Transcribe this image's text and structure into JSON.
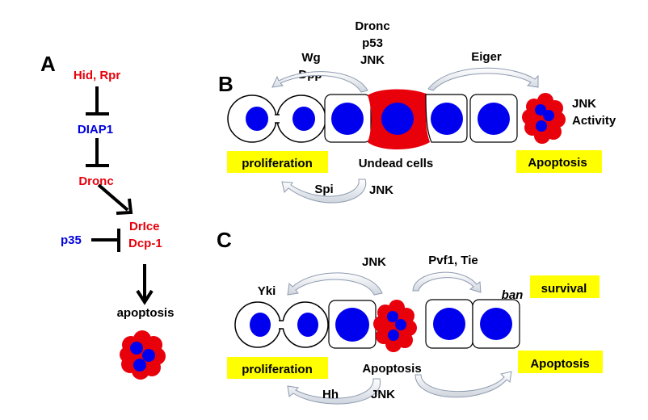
{
  "colors": {
    "red": "#e8000b",
    "blue": "#0000ee",
    "black": "#000000",
    "highlight": "#ffff00",
    "arrow_fill": "#d9dde3",
    "arrow_stroke": "#8e9bb0"
  },
  "panel_a": {
    "label": "A",
    "nodes": {
      "hid_rpr": "Hid, Rpr",
      "diap1": "DIAP1",
      "dronc": "Dronc",
      "drice": "DrIce",
      "dcp1": "Dcp-1",
      "p35": "p35",
      "apoptosis": "apoptosis"
    },
    "edges": [
      {
        "from": "Hid, Rpr",
        "to": "DIAP1",
        "type": "inhibits"
      },
      {
        "from": "DIAP1",
        "to": "Dronc",
        "type": "inhibits"
      },
      {
        "from": "Dronc",
        "to": "DrIce/Dcp-1",
        "type": "activates"
      },
      {
        "from": "p35",
        "to": "DrIce/Dcp-1",
        "type": "inhibits"
      },
      {
        "from": "DrIce/Dcp-1",
        "to": "apoptosis",
        "type": "activates"
      }
    ]
  },
  "panel_b": {
    "label": "B",
    "top_center": [
      "Dronc",
      "p53",
      "JNK"
    ],
    "wg_dpp": [
      "Wg",
      "Dpp"
    ],
    "eiger": "Eiger",
    "jnk_activity": [
      "JNK",
      "Activity"
    ],
    "proliferation": "proliferation",
    "undead_cells": "Undead cells",
    "apoptosis": "Apoptosis",
    "spi": "Spi",
    "jnk_bottom": "JNK"
  },
  "panel_c": {
    "label": "C",
    "jnk_top": "JNK",
    "pvf1_tie": "Pvf1, Tie",
    "yki": "Yki",
    "ban": "ban",
    "survival": "survival",
    "proliferation": "proliferation",
    "apoptosis_center": "Apoptosis",
    "apoptosis_right": "Apoptosis",
    "hh": "Hh",
    "jnk_bottom": "JNK"
  }
}
